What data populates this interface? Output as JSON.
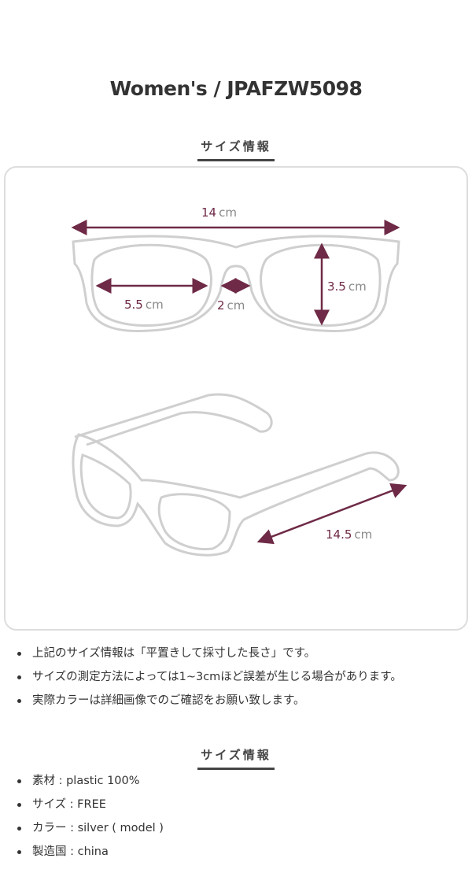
{
  "title": "Women's / JPAFZW5098",
  "section1": {
    "heading": "サイズ情報"
  },
  "measurements": {
    "total_width": {
      "value": "14",
      "unit": "cm"
    },
    "lens_width": {
      "value": "5.5",
      "unit": "cm"
    },
    "bridge": {
      "value": "2",
      "unit": "cm"
    },
    "lens_height": {
      "value": "3.5",
      "unit": "cm"
    },
    "temple_length": {
      "value": "14.5",
      "unit": "cm"
    }
  },
  "notes": [
    "上記のサイズ情報は「平置きして採寸した長さ」です。",
    "サイズの測定方法によっては1~3cmほど誤差が生じる場合があります。",
    "実際カラーは詳細画像でのご確認をお願い致します。"
  ],
  "section2": {
    "heading": "サイズ情報"
  },
  "specs": [
    "素材 : plastic 100%",
    "サイズ : FREE",
    "カラー : silver ( model )",
    "製造国 : china"
  ],
  "colors": {
    "accent": "#6e2a46",
    "outline": "#cccccc"
  }
}
